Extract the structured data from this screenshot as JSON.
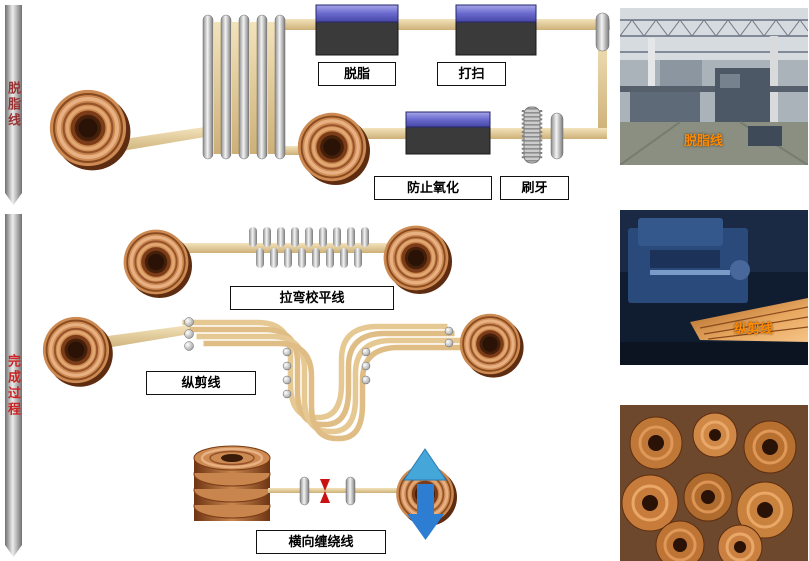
{
  "banners": {
    "degreasing_line": {
      "label": "脱脂线"
    },
    "finishing_process": {
      "label": "完成过程"
    }
  },
  "process_labels": {
    "degrease": "脱脂",
    "sweep": "打扫",
    "anti_oxidation": "防止氧化",
    "brush": "刷牙",
    "tension_leveling_line": "拉弯校平线",
    "slitting_line": "纵剪线",
    "transverse_winding_line": "横向缠绕线"
  },
  "photos": {
    "degreasing": {
      "caption": "脱脂线"
    },
    "slitting": {
      "caption": "纵剪线"
    },
    "coil_stock": {
      "caption": ""
    }
  },
  "colors": {
    "banner_text_top": "#993333",
    "banner_text_bottom": "#cc2222",
    "photo_caption": "#ff8a00",
    "copper": "#c07838",
    "strip": "#e6cf9c",
    "tank_top": "#6a6ac8",
    "tank_body": "#3c3c3c",
    "arrow_up_blue": "#45a7d9",
    "arrow_down_blue": "#2d7dd2",
    "marker_red": "#cc1111"
  }
}
